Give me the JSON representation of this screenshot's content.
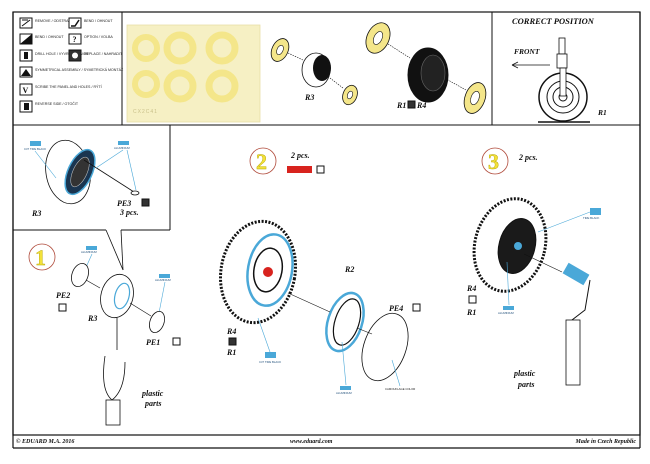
{
  "legend": {
    "items": [
      {
        "icon": "remove-icon",
        "text": "REMOVE / ODSTRANIT"
      },
      {
        "icon": "bend-icon",
        "text": "BEND / OHNOUT"
      },
      {
        "icon": "bend-carefully-icon",
        "text": "BEND / OHNOUT"
      },
      {
        "icon": "option-icon",
        "text": "OPTION / VOLBA"
      },
      {
        "icon": "drill-icon",
        "text": "DRILL HOLE / VYVRTAT OTVOR"
      },
      {
        "icon": "replace-icon",
        "text": "REPLACE / NAHRADIT"
      },
      {
        "icon": "symmetrical-icon",
        "text": "SYMMETRICAL ASSEMBLY / SYMETRICKÁ MONTÁŽ"
      },
      {
        "icon": "scribe-icon",
        "text": "SCRIBE THE PANEL AND HOLES / RÝTÍ"
      },
      {
        "icon": "reverse-icon",
        "text": "REVERSE SIDE / OTOČIT"
      }
    ]
  },
  "mask_sheet": {
    "code": "CX2C41",
    "background": "#f6f0c4",
    "mask_color": "#f4e68a"
  },
  "top_diagram": {
    "labels": [
      "R3",
      "R1",
      "R4"
    ]
  },
  "correct_position": {
    "title": "CORRECT POSITION",
    "front": "FRONT",
    "part": "R1"
  },
  "inset": {
    "part": "R3",
    "pe": "PE3",
    "qty": "3 pcs.",
    "callout_tire": "C37 TIRE BLACK",
    "callout_al": "ALUMINIUM"
  },
  "step1": {
    "number": "1",
    "parts": [
      "PE2",
      "R3",
      "PE1"
    ],
    "plastic": [
      "plastic",
      "parts"
    ],
    "callout": "ALUMINIUM"
  },
  "step2": {
    "number": "2",
    "qty": "2 pcs.",
    "parts": [
      "R2",
      "PE4",
      "R4",
      "R1"
    ],
    "callouts": [
      "C37 TIRE BLACK",
      "ALUMINIUM",
      "CAMOUFLAGE COLOR"
    ]
  },
  "step3": {
    "number": "3",
    "qty": "2 pcs.",
    "parts": [
      "R4",
      "R1"
    ],
    "plastic": [
      "plastic",
      "parts"
    ],
    "callouts": [
      "TIRE BLACK",
      "ALUMINIUM"
    ]
  },
  "footer": {
    "copyright": "© EDUARD M.A. 2016",
    "url": "www.eduard.com",
    "made_in": "Made in Czech Republic"
  },
  "colors": {
    "accent_blue": "#4aa8d8",
    "mask_yellow": "#f4e68a",
    "step_yellow": "#f2e13a",
    "red": "#d8231e"
  }
}
